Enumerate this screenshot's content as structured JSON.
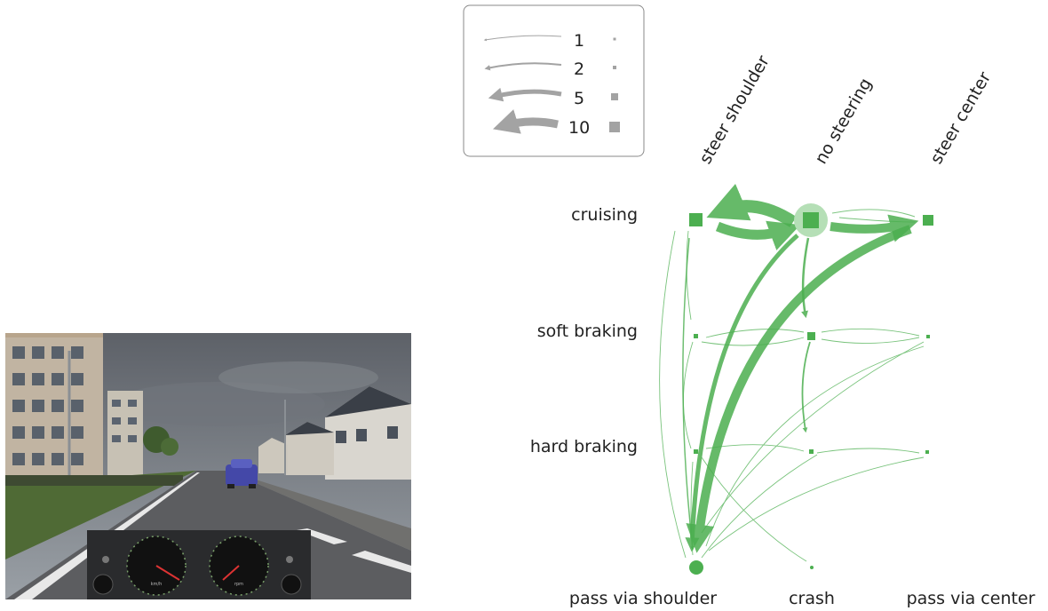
{
  "legend": {
    "entries": [
      {
        "label": "1"
      },
      {
        "label": "2"
      },
      {
        "label": "5"
      },
      {
        "label": "10"
      }
    ],
    "color": "#a3a3a3"
  },
  "columns": [
    "steer shoulder",
    "no steering",
    "steer center"
  ],
  "rows": [
    "cruising",
    "soft braking",
    "hard braking"
  ],
  "outcomes": [
    "pass via shoulder",
    "crash",
    "pass via center"
  ],
  "colors": {
    "flow": "#4caf50",
    "node": "#4caf50",
    "start_halo": "#b5dfb6",
    "legend_grey": "#a3a3a3"
  },
  "scene": {
    "description_icon": "driving-simulator-screenshot",
    "speedometer_label": "km/h",
    "tachometer_label": "rpm"
  }
}
